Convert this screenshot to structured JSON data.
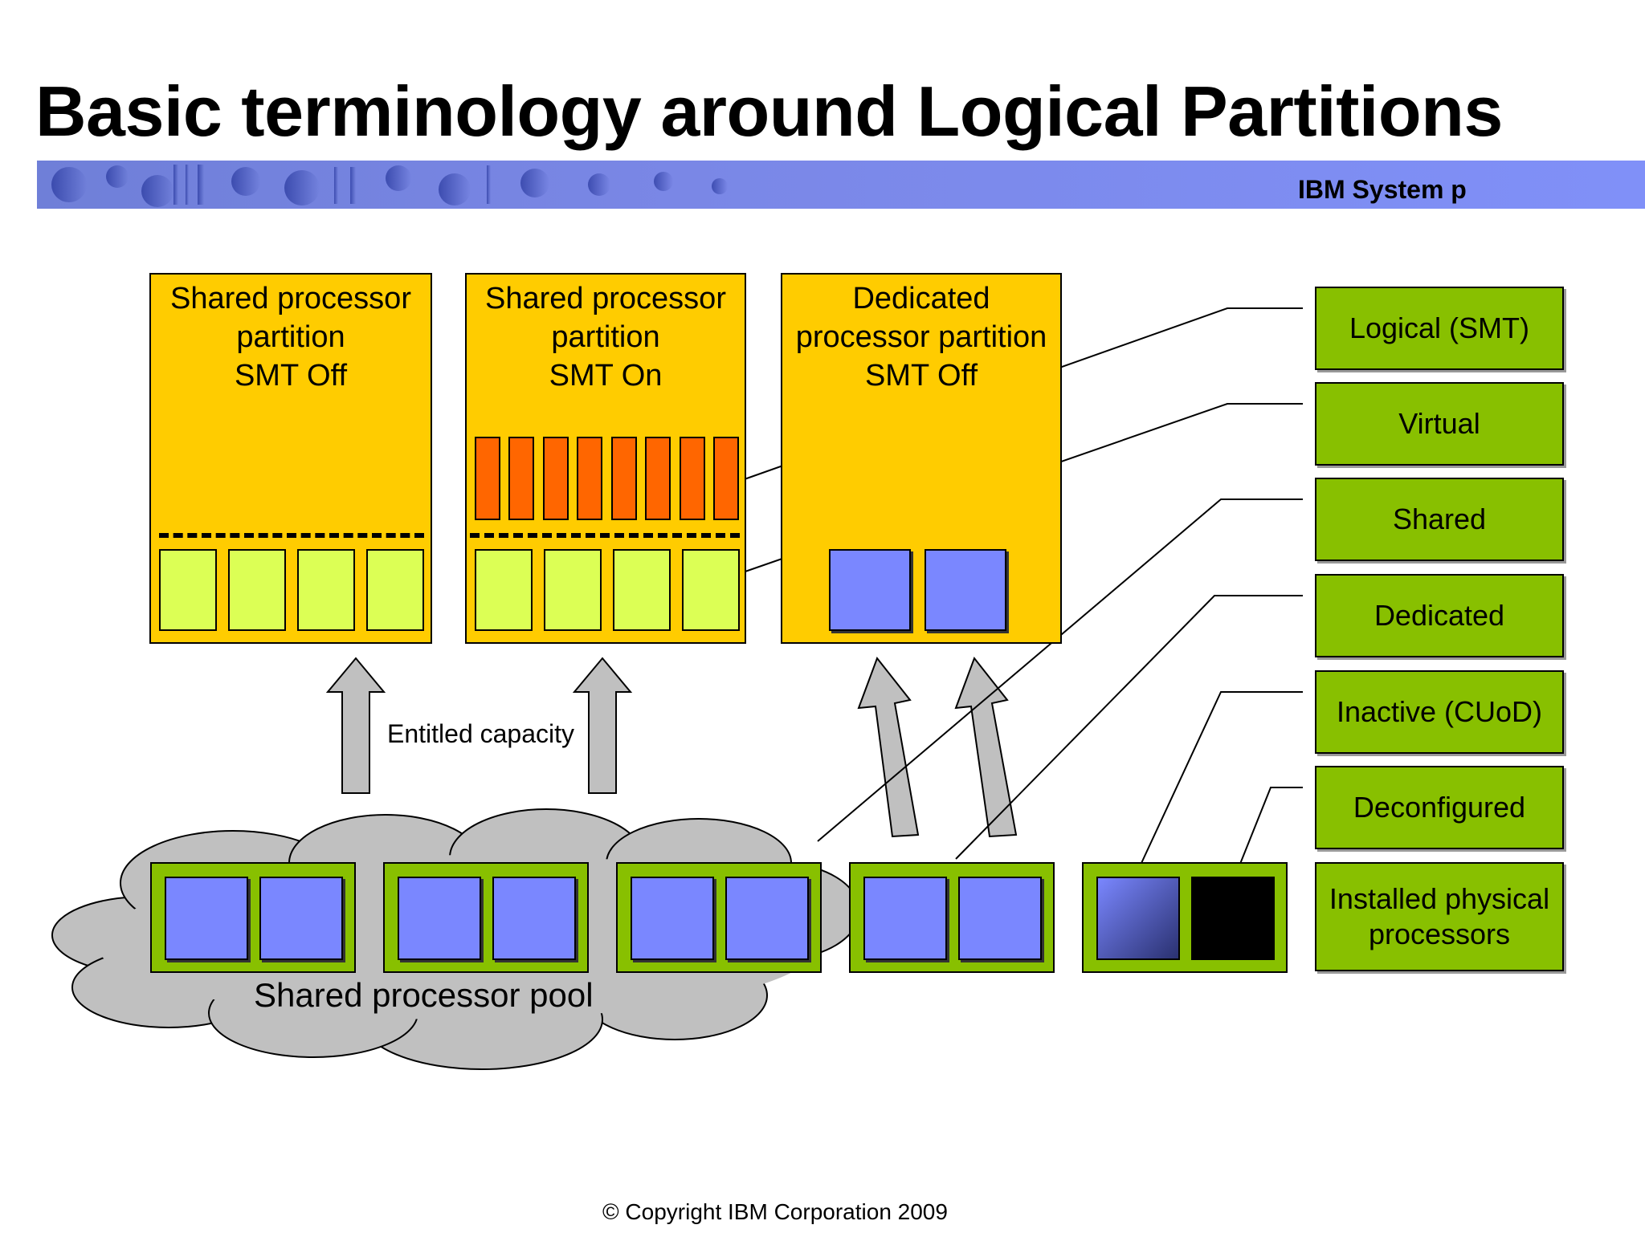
{
  "title": "Basic terminology around Logical Partitions",
  "brand": "IBM System p",
  "partitions": [
    {
      "title": "Shared processor\npartition\nSMT Off"
    },
    {
      "title": "Shared processor\npartition\nSMT On"
    },
    {
      "title": "Dedicated\nprocessor partition\nSMT Off"
    }
  ],
  "entitled_capacity_label": "Entitled capacity",
  "pool_label": "Shared processor pool",
  "legend": [
    "Logical (SMT)",
    "Virtual",
    "Shared",
    "Dedicated",
    "Inactive (CUoD)",
    "Deconfigured",
    "Installed physical\nprocessors"
  ],
  "footer": "© Copyright IBM Corporation  2009",
  "colors": {
    "partition": "#ffcc00",
    "virtual": "#dcff55",
    "logical": "#ff6600",
    "physical": "#7a87ff",
    "legend": "#88c000",
    "pool": "#c0c0c0",
    "band": "#7a87e6"
  }
}
